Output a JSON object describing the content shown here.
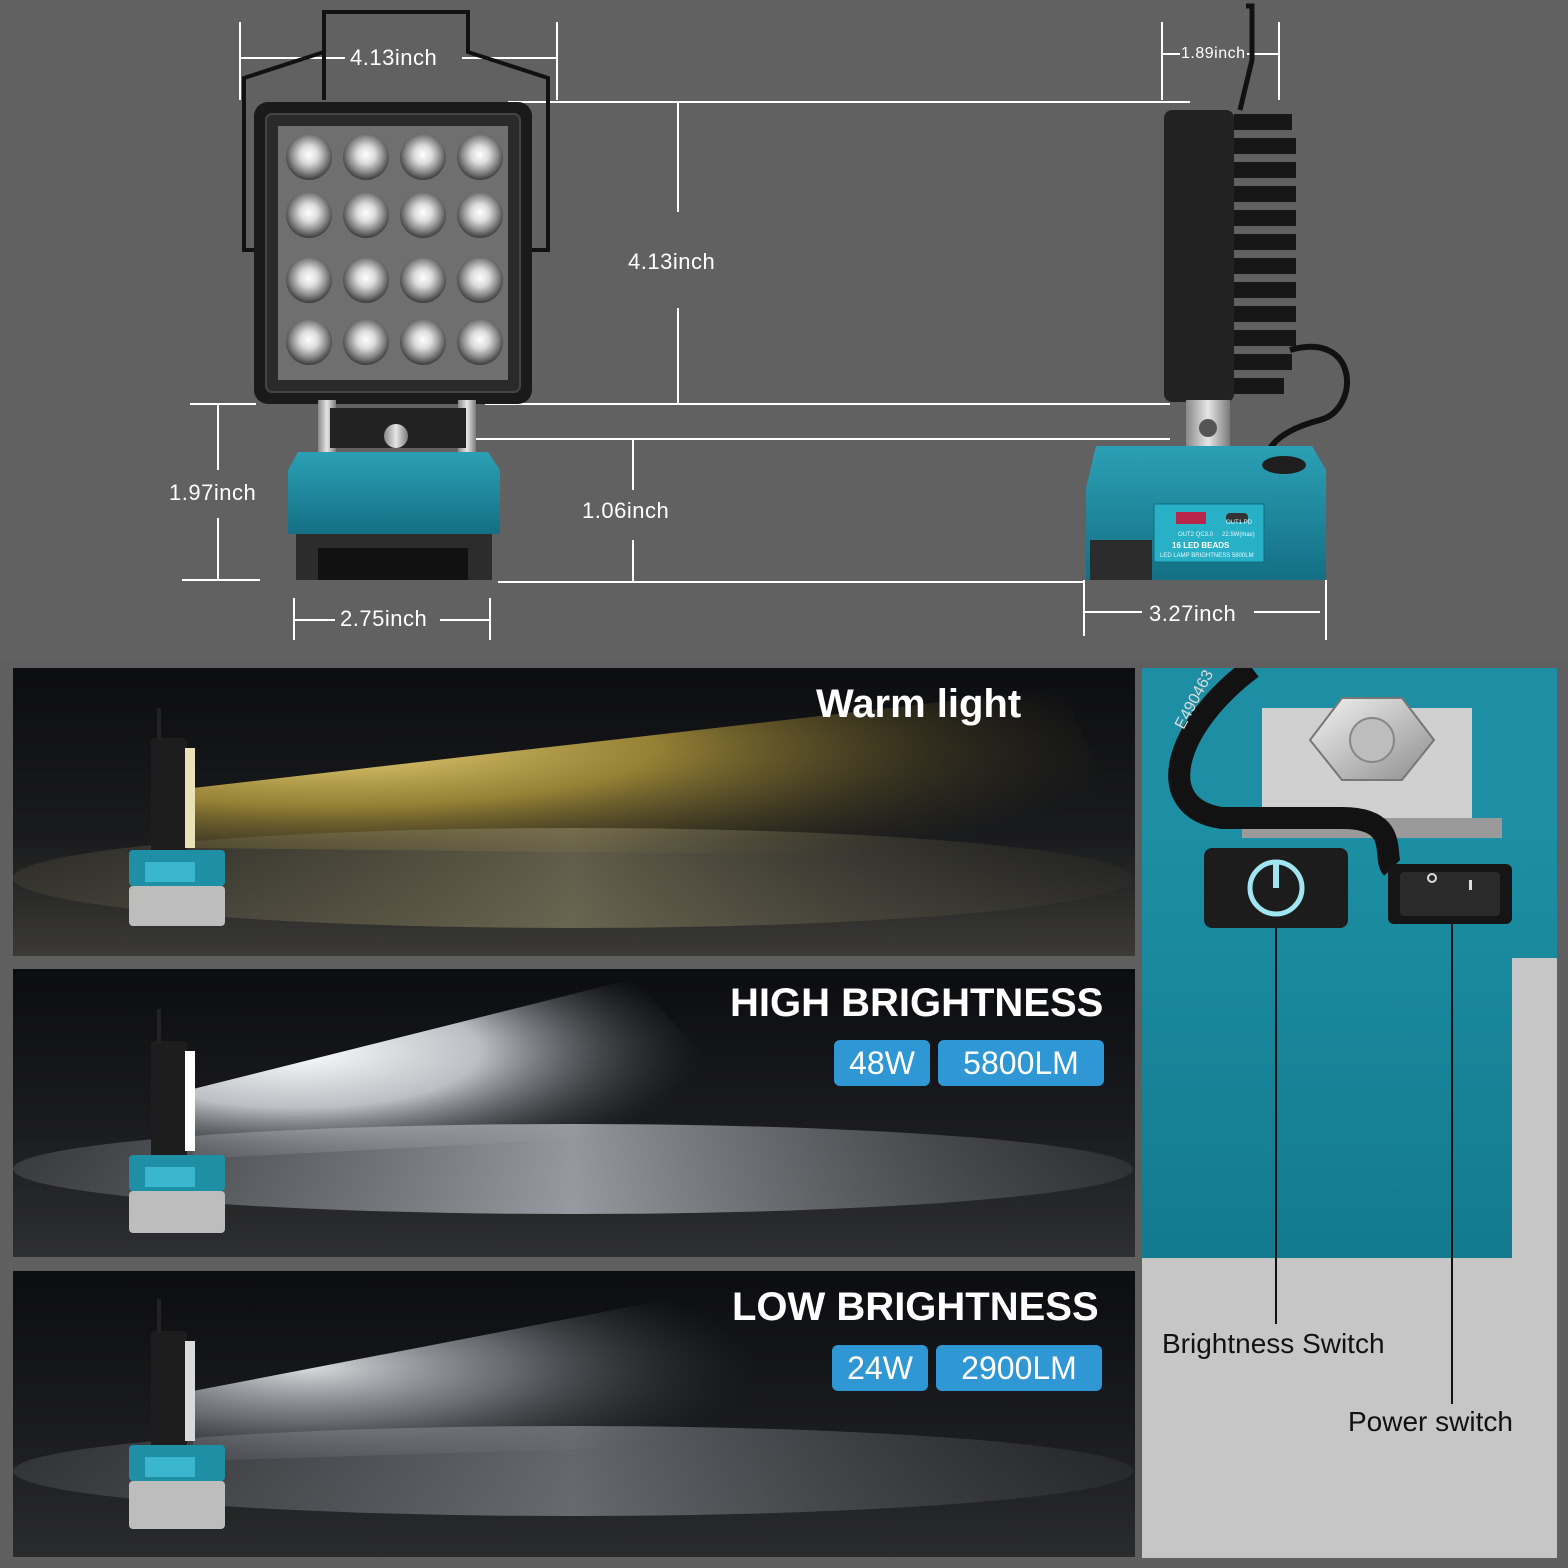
{
  "dimensions": {
    "lamp_width": "4.13inch",
    "side_depth": "1.89inch",
    "lamp_height": "4.13inch",
    "base_height": "1.97inch",
    "stand_height": "1.06inch",
    "base_width": "2.75inch",
    "base_depth": "3.27inch"
  },
  "device_panel": {
    "port_label_1": "OUT2 QC3.0",
    "port_label_2": "OUT1 PD",
    "port_spec": "22.5W(max)",
    "beads_label": "16 LED BEADS",
    "brightness_label": "LED LAMP BRIGHTNESS 5800LM"
  },
  "modes": [
    {
      "title": "Warm light",
      "watt": "",
      "lumen": ""
    },
    {
      "title": "HIGH BRIGHTNESS",
      "watt": "48W",
      "lumen": "5800LM"
    },
    {
      "title": "LOW BRIGHTNESS",
      "watt": "24W",
      "lumen": "2900LM"
    }
  ],
  "switch_panel": {
    "cable_code": "E490463",
    "brightness_switch": "Brightness Switch",
    "power_switch": "Power switch"
  },
  "colors": {
    "teal": "#1f8fa6",
    "badge_blue": "#2f97d3",
    "warm_beam": "#d8c25a"
  }
}
